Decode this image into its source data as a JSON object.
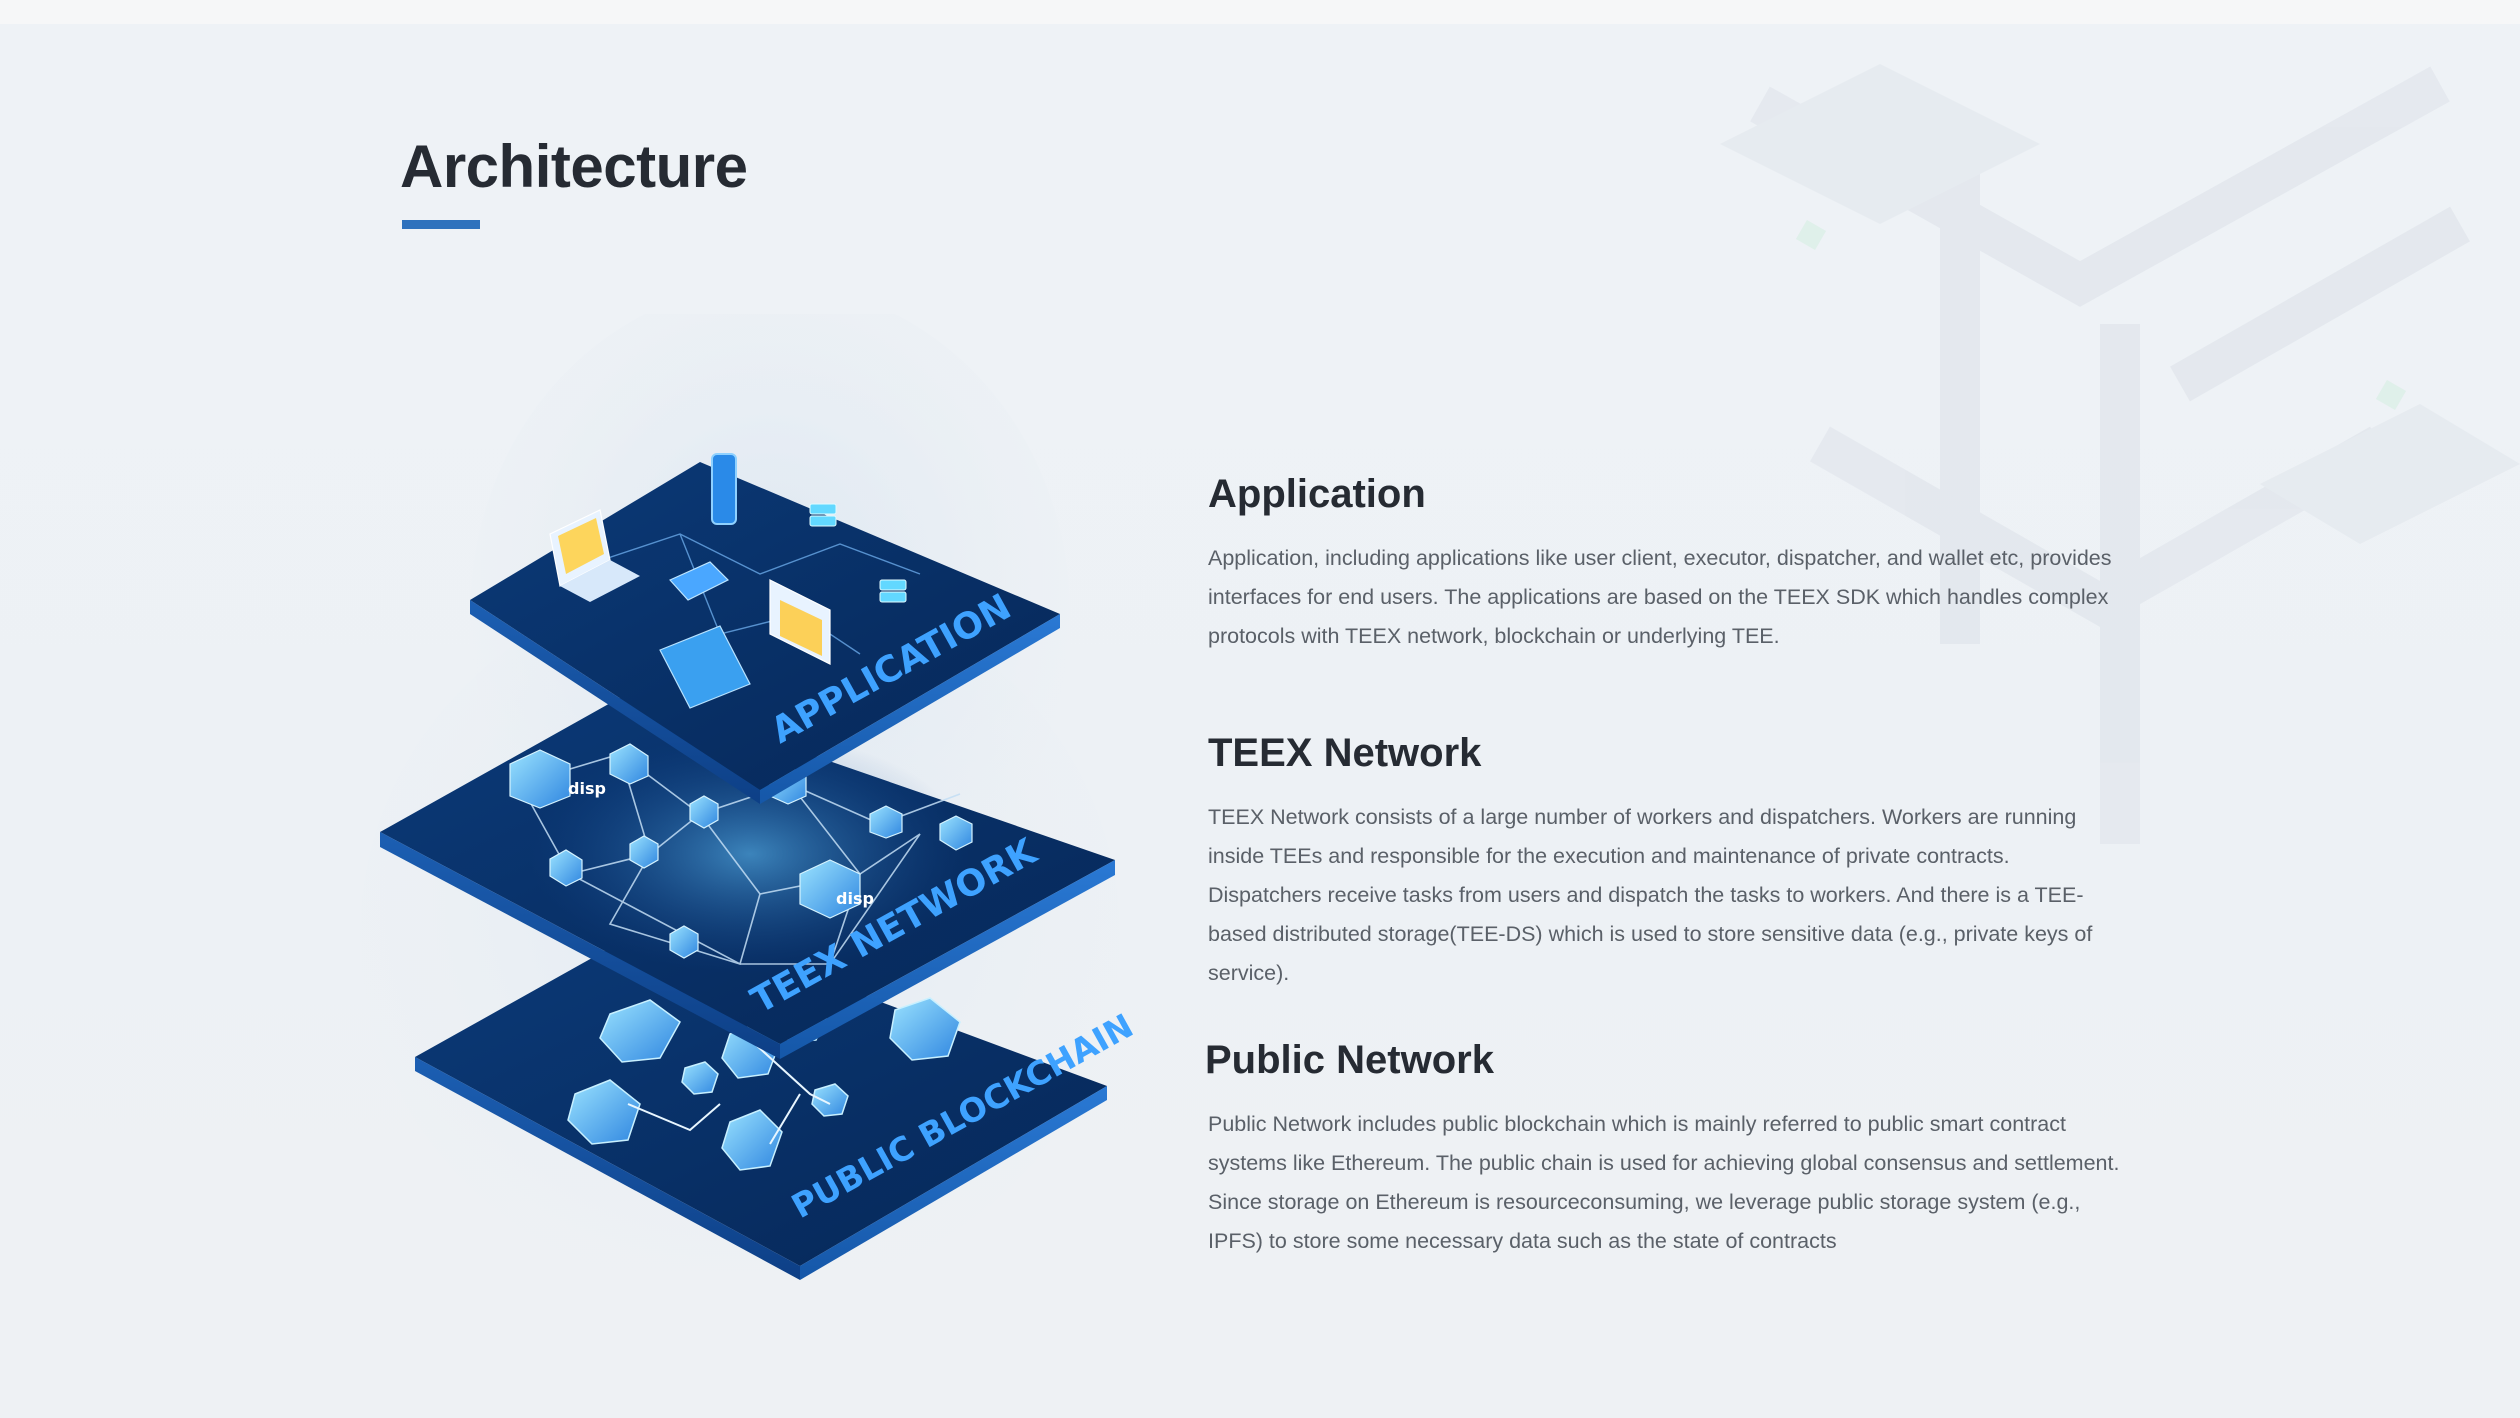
{
  "page": {
    "title": "Architecture",
    "accent_color": "#2f72bd"
  },
  "illustration": {
    "layers": [
      {
        "label": "APPLICATION"
      },
      {
        "label": "TEEX NETWORK"
      },
      {
        "label": "PUBLIC BLOCKCHAIN"
      }
    ],
    "node_label": "disp"
  },
  "sections": [
    {
      "heading": "Application",
      "body": "Application, including applications like user client, executor, dispatcher, and wallet etc, provides interfaces for end users. The applications are based on the TEEX SDK which handles complex protocols with TEEX network, blockchain or underlying TEE."
    },
    {
      "heading": "TEEX Network",
      "body": "TEEX Network consists of a large number of workers and dispatchers. Workers are running inside TEEs and responsible for the execution and maintenance of private contracts. Dispatchers receive tasks from users and dispatch the tasks to workers. And there is a TEE-based distributed storage(TEE-DS) which is used to store sensitive data (e.g., private keys of service)."
    },
    {
      "heading": "Public Network",
      "body": "Public Network includes public blockchain which is mainly referred to public smart contract systems like Ethereum. The public chain is used for achieving global consensus and settlement. Since storage on Ethereum is resourceconsuming, we leverage public storage system (e.g., IPFS) to store some necessary data such as the state of contracts"
    }
  ]
}
